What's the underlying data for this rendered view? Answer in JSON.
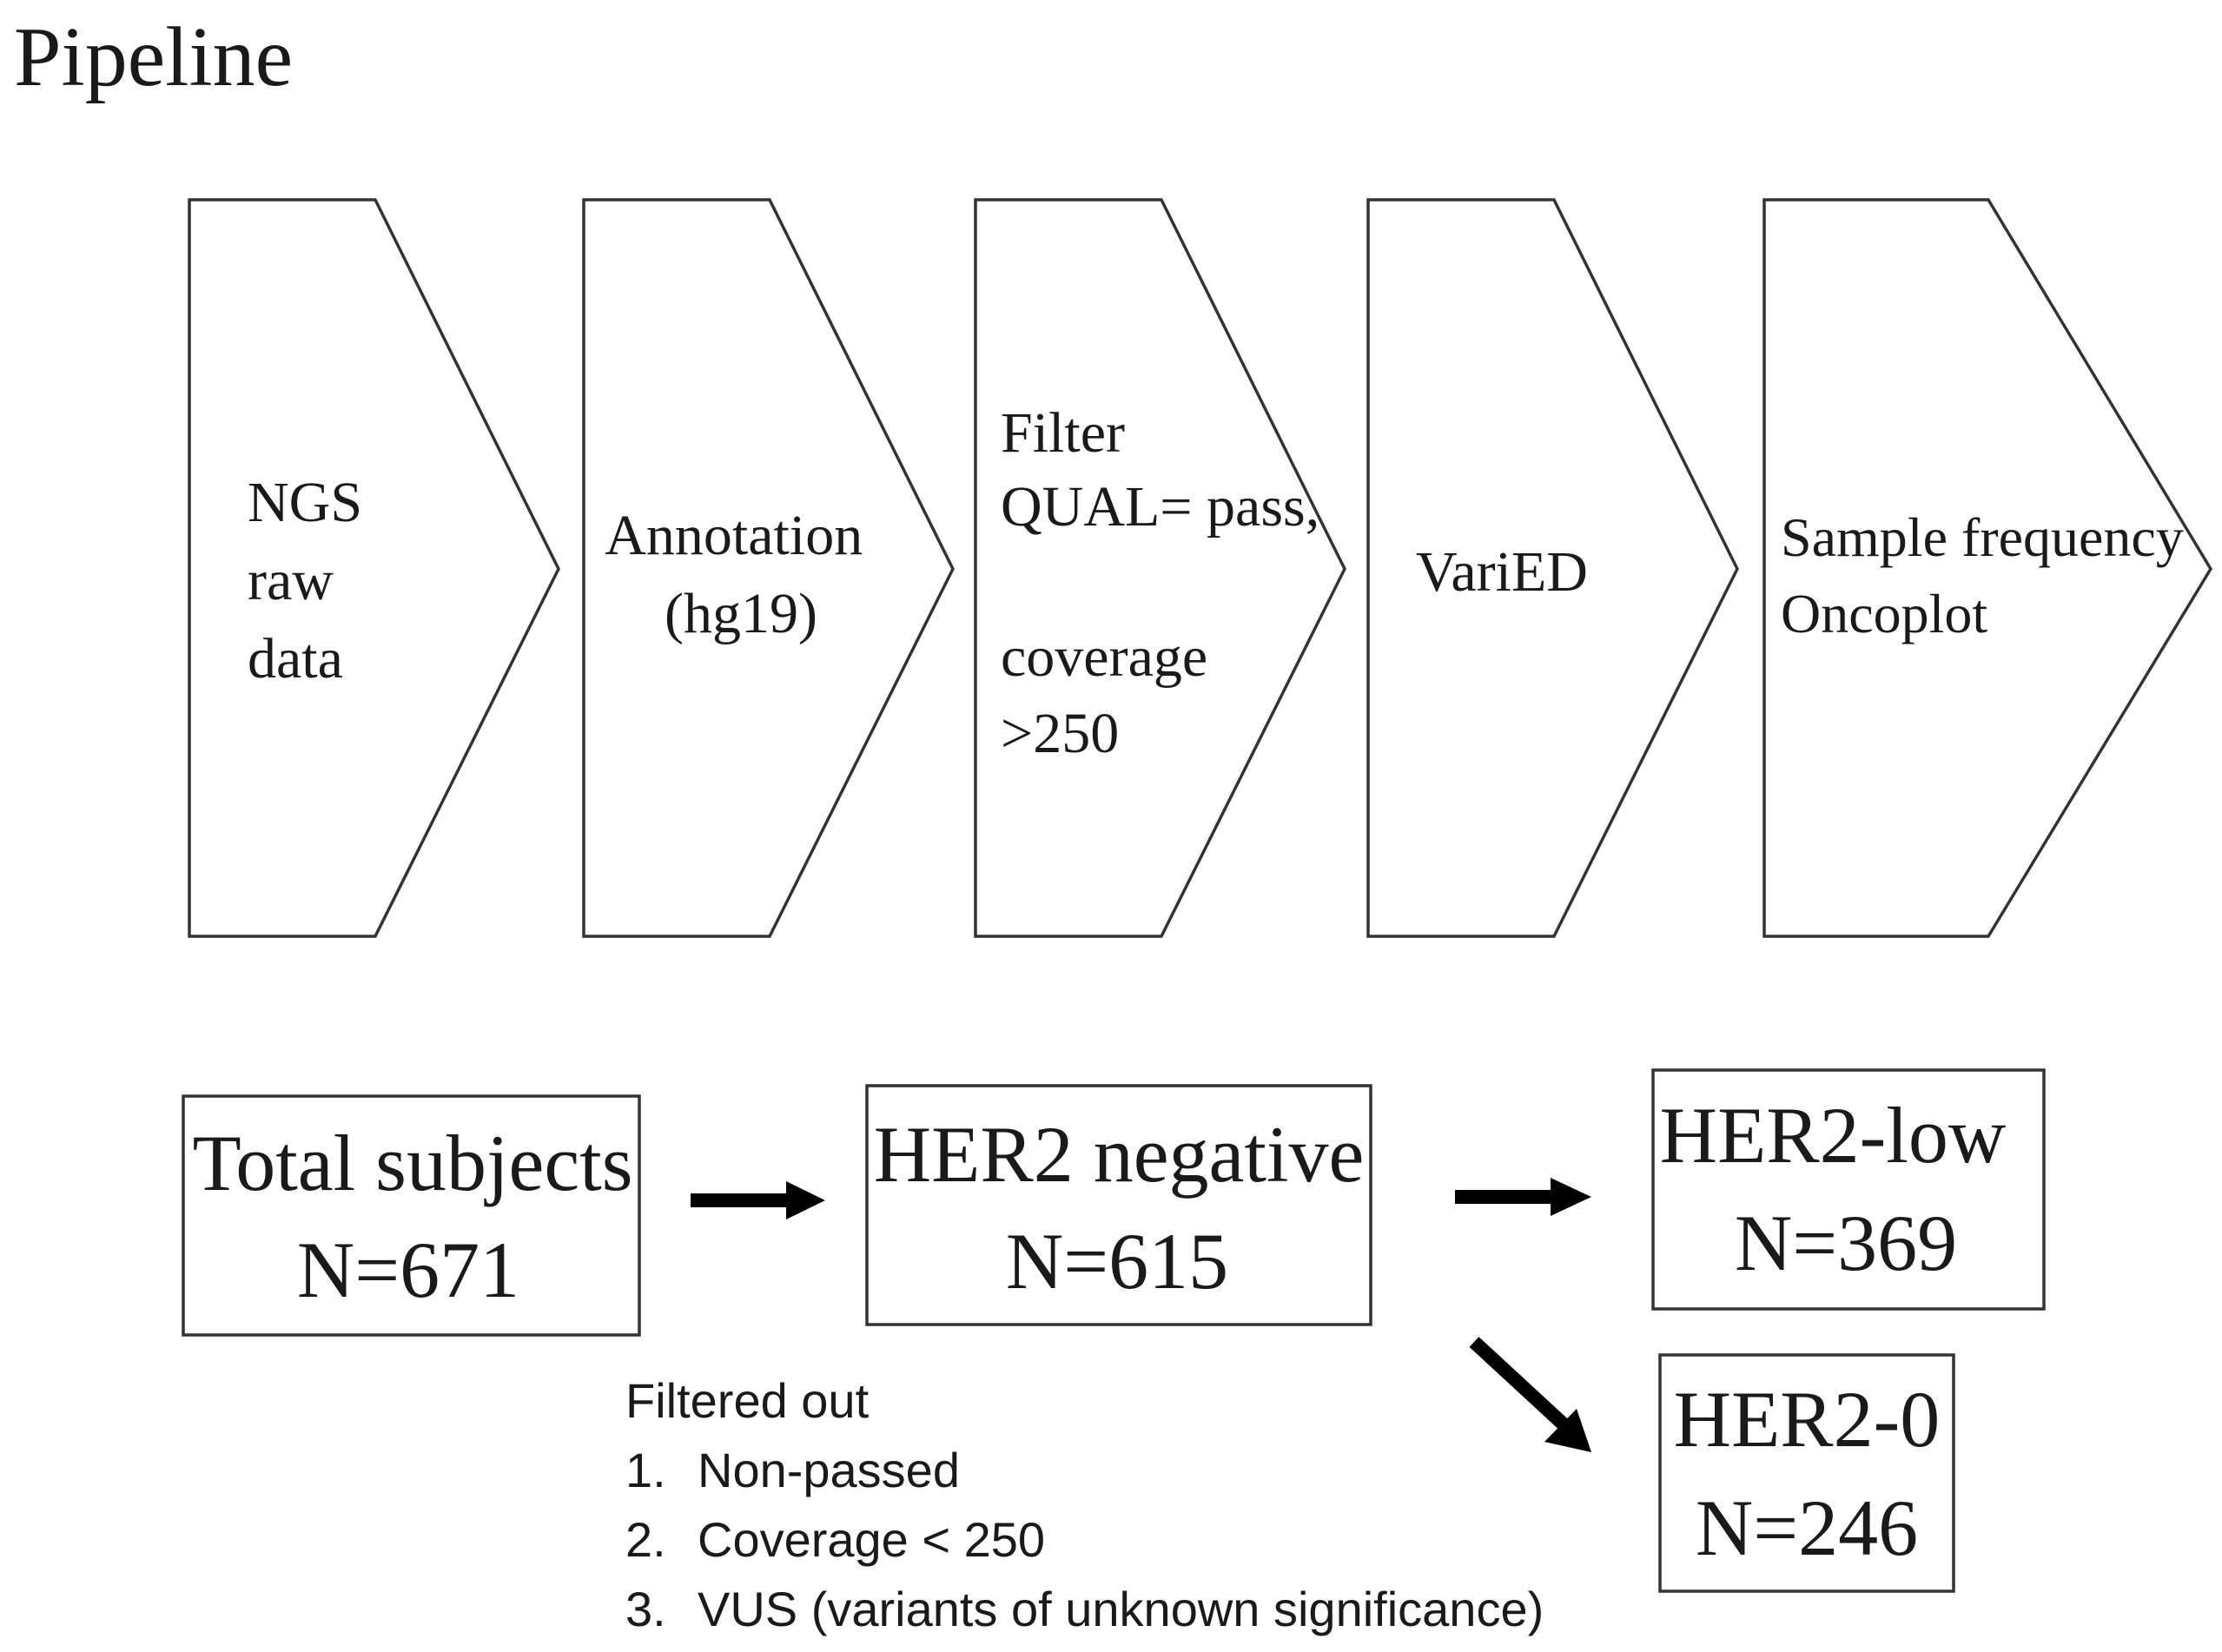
{
  "title": "Pipeline",
  "pipeline_steps": [
    {
      "lines": [
        "NGS",
        "raw",
        "data"
      ]
    },
    {
      "lines": [
        "Annotation",
        "(hg19)"
      ]
    },
    {
      "lines": [
        "Filter",
        "QUAL= pass,",
        "",
        "coverage",
        ">250"
      ]
    },
    {
      "lines": [
        "VariED"
      ]
    },
    {
      "lines": [
        "Sample frequency",
        "Oncoplot"
      ]
    }
  ],
  "cohort": {
    "total": {
      "label": "Total subjects",
      "count": "N=671"
    },
    "her2_negative": {
      "label": "HER2 negative",
      "count": "N=615"
    },
    "her2_low": {
      "label": "HER2-low",
      "count": "N=369"
    },
    "her2_zero": {
      "label": "HER2-0",
      "count": "N=246"
    }
  },
  "filtered_out": {
    "heading": "Filtered out",
    "items": [
      {
        "num": "1.",
        "text": "Non-passed"
      },
      {
        "num": "2.",
        "text": "Coverage < 250"
      },
      {
        "num": "3.",
        "text": "VUS (variants of unknown significance)"
      }
    ]
  }
}
